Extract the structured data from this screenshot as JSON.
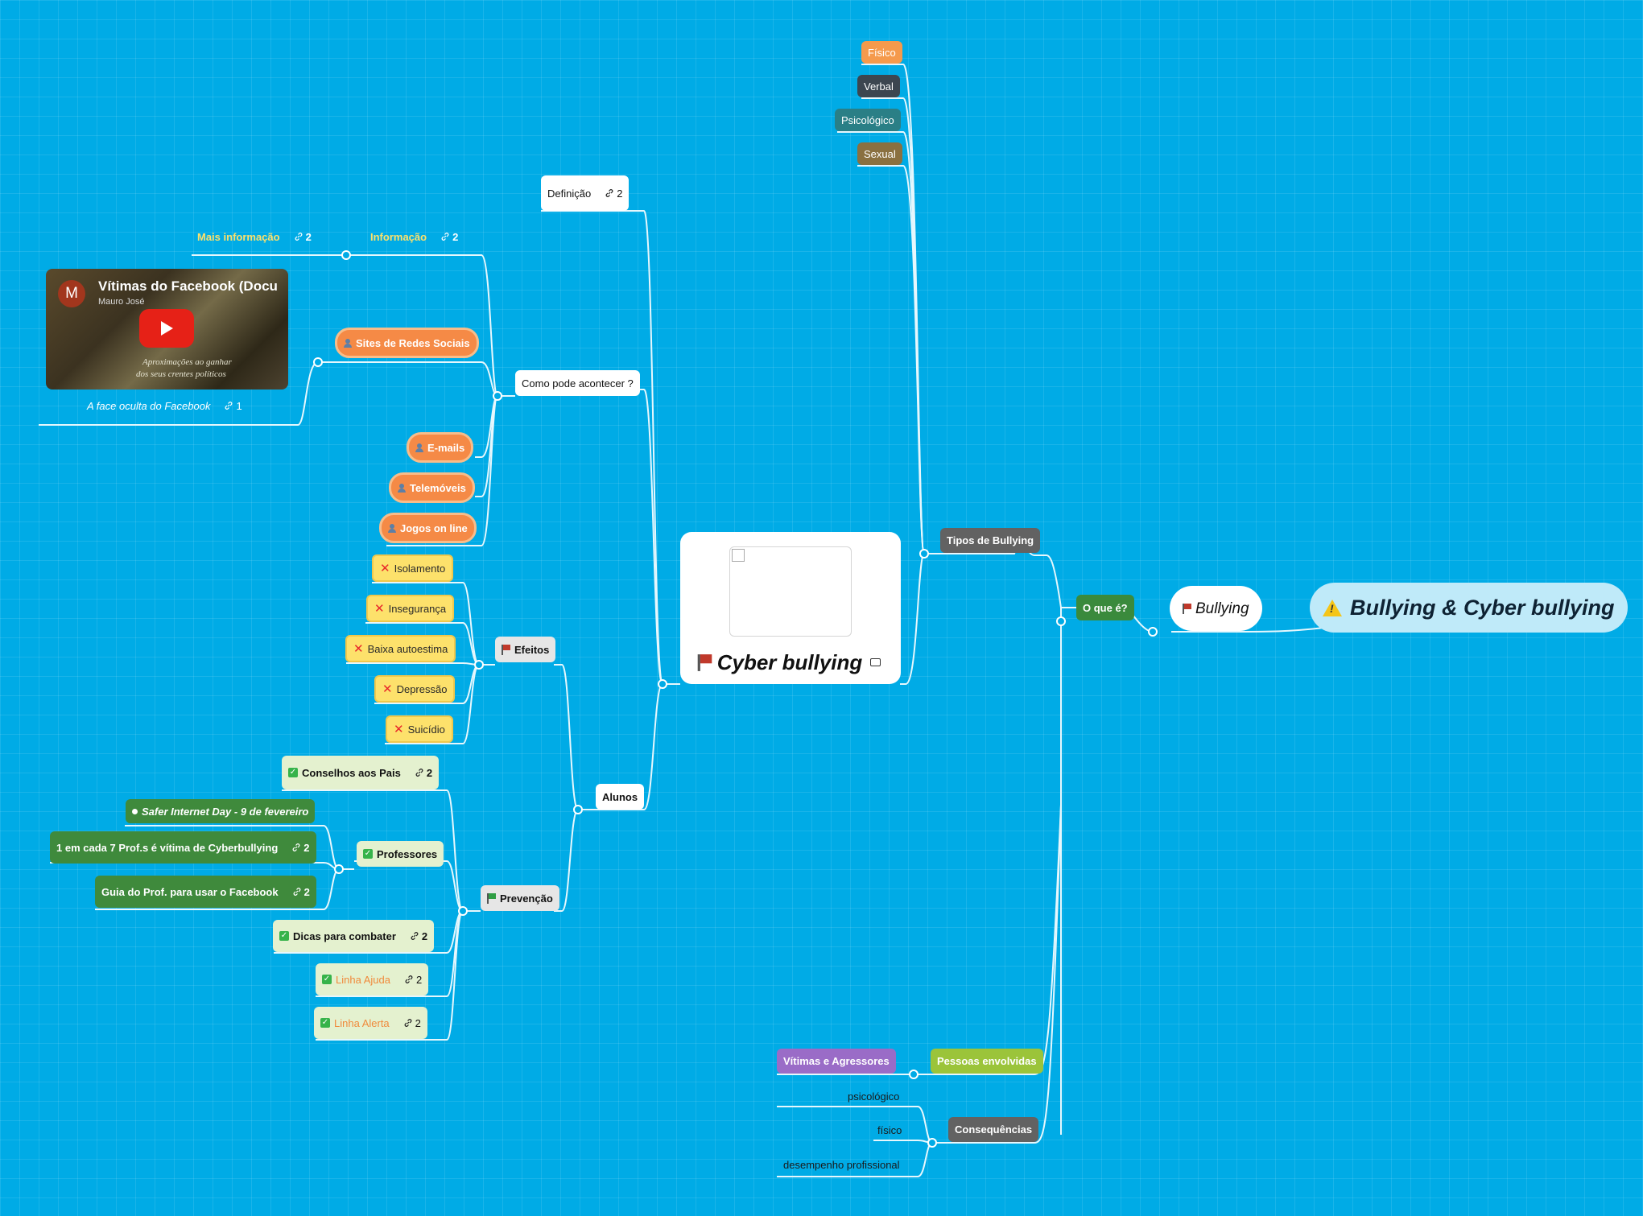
{
  "colors": {
    "background": "#00abe6",
    "edge": "#e6f7fd",
    "orange": "#f59a4c",
    "yellow": "#fde16b",
    "dark_green": "#3f8a3c",
    "grey": "#626262"
  },
  "root": {
    "label": "Bullying & Cyber bullying",
    "icon": "warning-icon"
  },
  "bullying": {
    "label": "Bullying",
    "icon": "red-flag-icon"
  },
  "o_que_e": {
    "label": "O que é?"
  },
  "tipos": {
    "label": "Tipos de Bullying",
    "items": [
      {
        "label": "Físico",
        "color": "#f59a4c"
      },
      {
        "label": "Verbal",
        "color": "#3c4650"
      },
      {
        "label": "Psicológico",
        "color": "#2a7f86"
      },
      {
        "label": "Sexual",
        "color": "#8a7040"
      }
    ]
  },
  "pessoas": {
    "label": "Pessoas envolvidas",
    "child": "Vítimas e Agressores",
    "color": "#9bc43a",
    "child_color": "#9a6cc7"
  },
  "consequencias": {
    "label": "Consequências",
    "items": [
      "psicológico",
      "físico",
      "desempenho profissional"
    ]
  },
  "cyber": {
    "label": "Cyber bullying",
    "icon": "red-flag-icon",
    "image_icon": "image-icon"
  },
  "definicao": {
    "label": "Definição",
    "links": "2"
  },
  "como": {
    "label": "Como pode acontecer ?",
    "info": {
      "label": "Informação",
      "links": "2"
    },
    "mais_info": {
      "label": "Mais informação",
      "links": "2"
    },
    "sites": "Sites de Redes Sociais",
    "video": {
      "title": "Vítimas do Facebook (Docu",
      "channel": "Mauro José",
      "avatar": "M",
      "caption_line1": "Aproximações ao ganhar",
      "caption_line2": "dos seus crentes políticos"
    },
    "face": {
      "label": "A face oculta do Facebook",
      "links": "1"
    },
    "items": [
      "E-mails",
      "Telemóveis",
      "Jogos on line"
    ]
  },
  "alunos": {
    "label": "Alunos"
  },
  "efeitos": {
    "label": "Efeitos",
    "items": [
      "Isolamento",
      "Insegurança",
      "Baixa autoestima",
      "Depressão",
      "Suicídio"
    ]
  },
  "prevencao": {
    "label": "Prevenção",
    "conselhos": {
      "label": "Conselhos aos Pais",
      "links": "2"
    },
    "professores": {
      "label": "Professores",
      "children": [
        {
          "label": "Safer Internet Day - 9 de fevereiro"
        },
        {
          "label": "1 em cada 7 Prof.s é vítima de Cyberbullying",
          "links": "2"
        },
        {
          "label": "Guia do Prof. para usar o Facebook",
          "links": "2"
        }
      ]
    },
    "dicas": {
      "label": "Dicas para combater",
      "links": "2"
    },
    "linha_ajuda": {
      "label": "Linha Ajuda",
      "links": "2"
    },
    "linha_alerta": {
      "label": "Linha Alerta",
      "links": "2"
    }
  }
}
